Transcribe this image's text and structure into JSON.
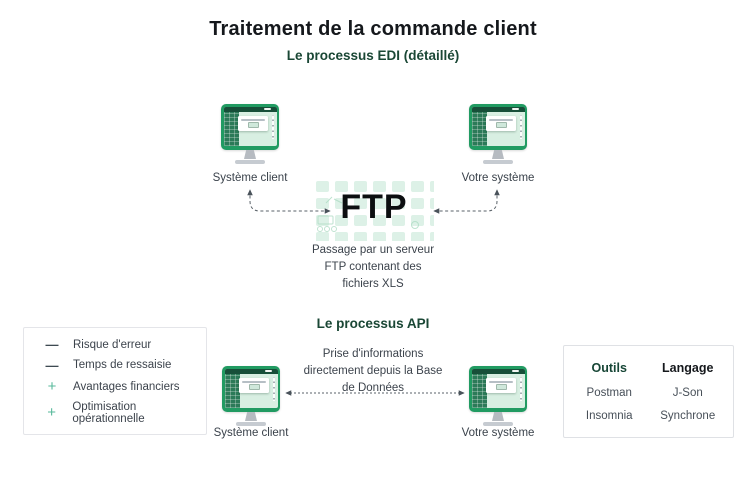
{
  "header": {
    "title": "Traitement de la commande client",
    "subtitle": "Le processus EDI (détaillé)"
  },
  "edi_section": {
    "client_label": "Système client",
    "system_label": "Votre système",
    "hub": "FTP",
    "caption": "Passage par un serveur FTP contenant des fichiers XLS"
  },
  "api_section": {
    "heading": "Le processus API",
    "caption": "Prise d'informations directement depuis la Base de Données",
    "client_label": "Système client",
    "system_label": "Votre système"
  },
  "benefits": {
    "items": [
      {
        "icon": "minus-icon",
        "glyph": "—",
        "label": "Risque d'erreur"
      },
      {
        "icon": "minus-icon",
        "glyph": "—",
        "label": "Temps de ressaisie"
      },
      {
        "icon": "plus-icon",
        "glyph": "+",
        "label": "Avantages financiers"
      },
      {
        "icon": "plus-icon",
        "glyph": "+",
        "label": "Optimisation opérationnelle"
      }
    ]
  },
  "tools_table": {
    "headers": [
      "Outils",
      "Langage"
    ],
    "rows": [
      [
        "Postman",
        "J-Son"
      ],
      [
        "Insomnia",
        "Synchrone"
      ]
    ]
  },
  "colors": {
    "monitor_green": "#219b62",
    "dark_green": "#1a4735",
    "pattern_green": "#d9efe4",
    "plus_teal": "#57b99b",
    "text_gray": "#3c434c"
  }
}
